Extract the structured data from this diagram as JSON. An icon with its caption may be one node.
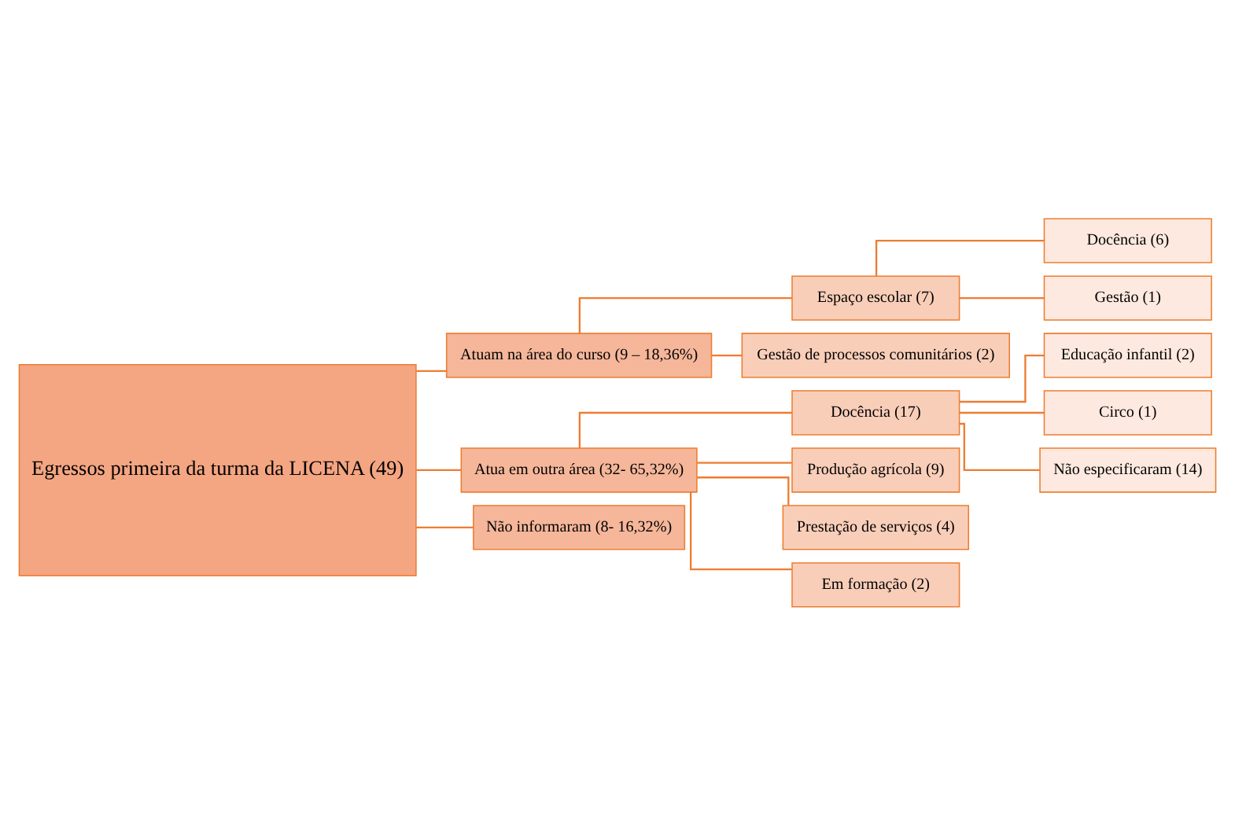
{
  "diagram": {
    "nodes": [
      {
        "text": [
          "Egressos primeira da turma da LICENA (49)"
        ]
      },
      {
        "text": [
          "Atuam na área do curso (9 – 18,36%)"
        ]
      },
      {
        "text": [
          "Atua em outra área (32- 65,32%)"
        ]
      },
      {
        "text": [
          "Não informaram (8- 16,32%)"
        ]
      },
      {
        "text": [
          "Espaço escolar (7)"
        ]
      },
      {
        "text": [
          "Gestão de processos comunitários (2)"
        ]
      },
      {
        "text": [
          "Docência (6)"
        ]
      },
      {
        "text": [
          "Gestão (1)"
        ]
      },
      {
        "text": [
          "Docência (17)"
        ]
      },
      {
        "text": [
          "Produção agrícola (9)"
        ]
      },
      {
        "text": [
          "Prestação de serviços (4)"
        ]
      },
      {
        "text": [
          "Em formação (2)"
        ]
      },
      {
        "text": [
          "Educação infantil (2)"
        ]
      },
      {
        "text": [
          "Circo (1)"
        ]
      },
      {
        "text": [
          "Não especificaram (14)"
        ]
      }
    ],
    "edges": [
      {
        "from": 0,
        "to": 1,
        "arrow": "none"
      },
      {
        "from": 0,
        "to": 2,
        "arrow": "none"
      },
      {
        "from": 0,
        "to": 3,
        "arrow": "none"
      },
      {
        "from": 1,
        "to": 4,
        "arrow": "none"
      },
      {
        "from": 1,
        "to": 5,
        "arrow": "none"
      },
      {
        "from": 4,
        "to": 6,
        "arrow": "none"
      },
      {
        "from": 4,
        "to": 7,
        "arrow": "none"
      },
      {
        "from": 2,
        "to": 8,
        "arrow": "none"
      },
      {
        "from": 2,
        "to": 9,
        "arrow": "none"
      },
      {
        "from": 2,
        "to": 10,
        "arrow": "none"
      },
      {
        "from": 2,
        "to": 11,
        "arrow": "none"
      },
      {
        "from": 8,
        "to": 12,
        "arrow": "none"
      },
      {
        "from": 8,
        "to": 13,
        "arrow": "none"
      },
      {
        "from": 8,
        "to": 14,
        "arrow": "none"
      }
    ]
  }
}
